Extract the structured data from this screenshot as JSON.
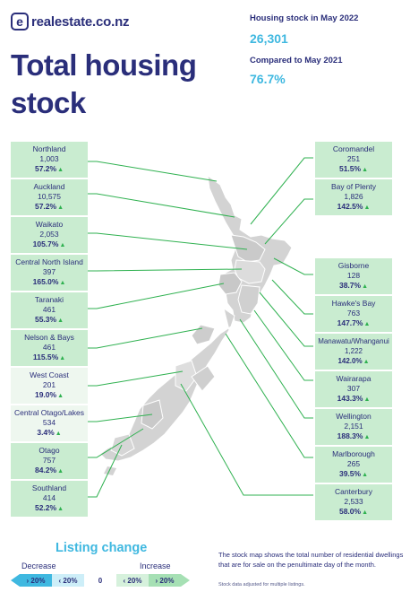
{
  "logo": {
    "mark": "e",
    "text": "realestate.co.nz"
  },
  "title": "Total housing stock",
  "stats": {
    "stock_label": "Housing stock in May 2022",
    "stock_value": "26,301",
    "compare_label": "Compared to May 2021",
    "compare_value": "76.7%"
  },
  "regions": [
    {
      "name": "Northland",
      "value": "1,003",
      "change": "57.2%"
    },
    {
      "name": "Auckland",
      "value": "10,575",
      "change": "57.2%"
    },
    {
      "name": "Waikato",
      "value": "2,053",
      "change": "105.7%"
    },
    {
      "name": "Central North Island",
      "value": "397",
      "change": "165.0%"
    },
    {
      "name": "Taranaki",
      "value": "461",
      "change": "55.3%"
    },
    {
      "name": "Nelson & Bays",
      "value": "461",
      "change": "115.5%"
    },
    {
      "name": "West Coast",
      "value": "201",
      "change": "19.0%"
    },
    {
      "name": "Central Otago/Lakes",
      "value": "534",
      "change": "3.4%"
    },
    {
      "name": "Otago",
      "value": "757",
      "change": "84.2%"
    },
    {
      "name": "Southland",
      "value": "414",
      "change": "52.2%"
    },
    {
      "name": "Coromandel",
      "value": "251",
      "change": "51.5%"
    },
    {
      "name": "Bay of Plenty",
      "value": "1,826",
      "change": "142.5%"
    },
    {
      "name": "Gisborne",
      "value": "128",
      "change": "38.7%"
    },
    {
      "name": "Hawke's Bay",
      "value": "763",
      "change": "147.7%"
    },
    {
      "name": "Manawatu/Whanganui",
      "value": "1,222",
      "change": "142.0%"
    },
    {
      "name": "Wairarapa",
      "value": "307",
      "change": "143.3%"
    },
    {
      "name": "Wellington",
      "value": "2,151",
      "change": "188.3%"
    },
    {
      "name": "Marlborough",
      "value": "265",
      "change": "39.5%"
    },
    {
      "name": "Canterbury",
      "value": "2,533",
      "change": "58.0%"
    }
  ],
  "legend": {
    "title": "Listing change",
    "decrease": "Decrease",
    "increase": "Increase",
    "segments": [
      "› 20%",
      "‹ 20%",
      "0",
      "‹ 20%",
      "› 20%"
    ],
    "colors": [
      "#3fb8e0",
      "#cdeef8",
      "#ffffff",
      "#d6f1dc",
      "#a6e0b4"
    ]
  },
  "colors": {
    "brand": "#2a2e7a",
    "accent": "#3fb8e0",
    "up": "#2fb150",
    "box_green": "#c9ecd0",
    "box_light": "#eef7ef",
    "land": "#d3d3d3"
  },
  "note": "The stock map shows the total number of residential dwellings that are for sale on the penultimate day of the month.",
  "note_small": "Stock data adjusted for multiple listings."
}
